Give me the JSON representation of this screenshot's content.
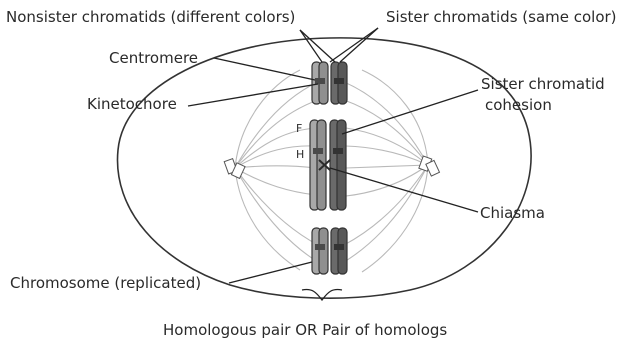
{
  "labels": {
    "nonsister": "Nonsister chromatids (different colors)",
    "sister": "Sister chromatids (same color)",
    "centromere": "Centromere",
    "kinetochore": "Kinetochore",
    "cohesion_line1": "Sister chromatid",
    "cohesion_line2": "cohesion",
    "chiasma": "Chiasma",
    "chromosome": "Chromosome (replicated)",
    "homologous": "Homologous pair OR Pair of homologs"
  },
  "gene_markers": {
    "f": "F",
    "h": "H"
  },
  "colors": {
    "chromatid_light": "#9c9c9c",
    "chromatid_dark": "#5e5e5e",
    "outline": "#333333"
  }
}
